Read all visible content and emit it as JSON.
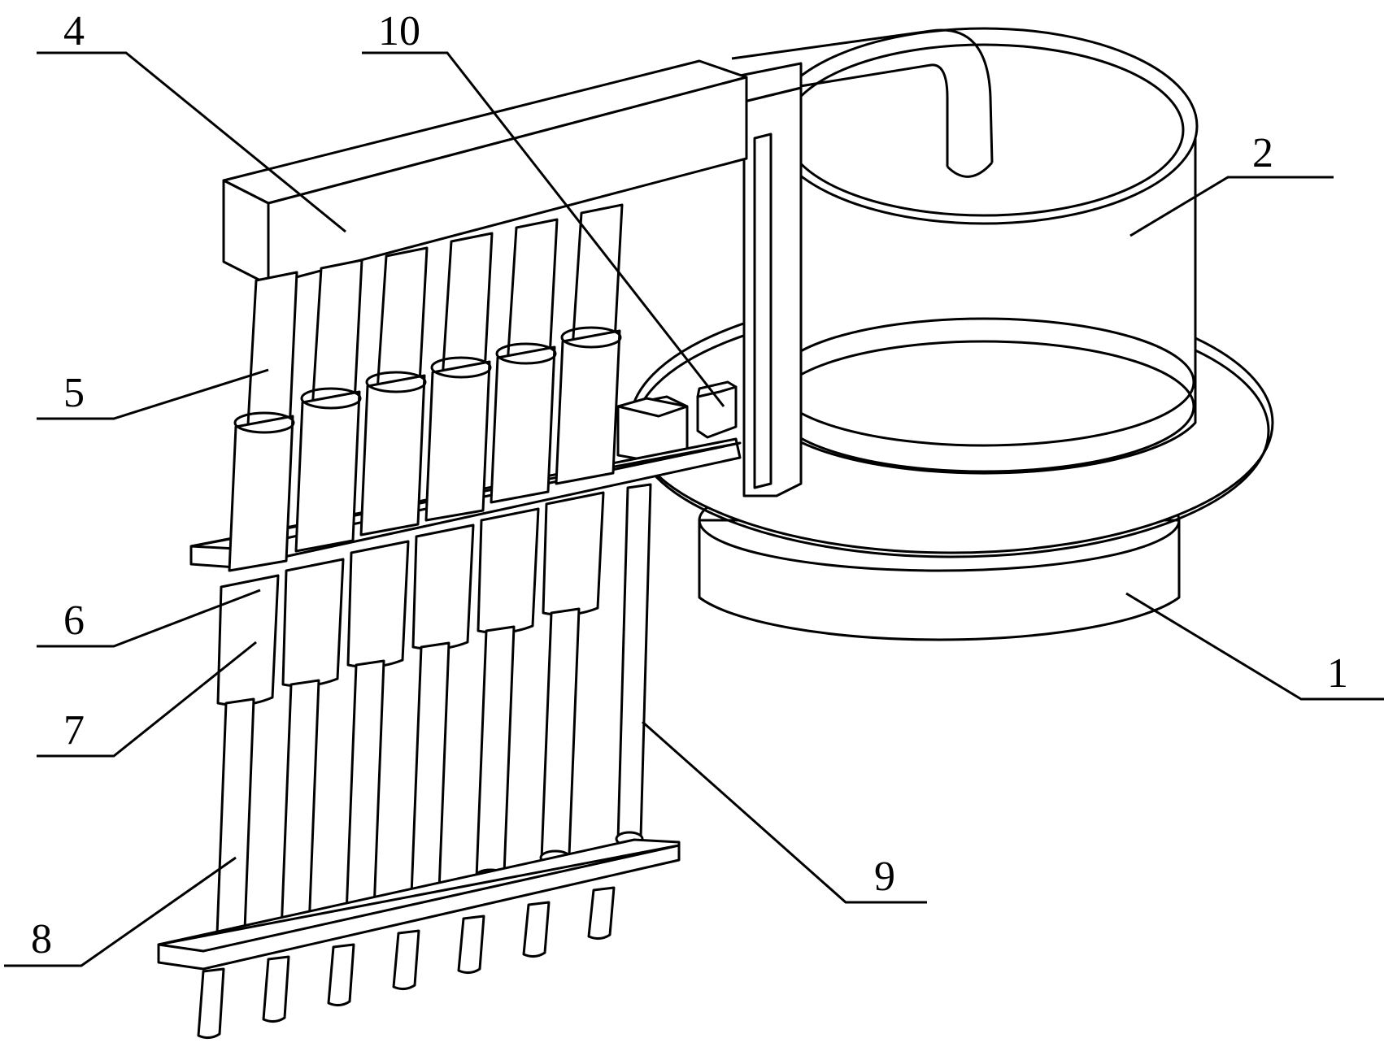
{
  "figure": {
    "callouts": [
      {
        "id": "label-1",
        "text": "1"
      },
      {
        "id": "label-2",
        "text": "2"
      },
      {
        "id": "label-4",
        "text": "4"
      },
      {
        "id": "label-5",
        "text": "5"
      },
      {
        "id": "label-6",
        "text": "6"
      },
      {
        "id": "label-7",
        "text": "7"
      },
      {
        "id": "label-8",
        "text": "8"
      },
      {
        "id": "label-9",
        "text": "9"
      },
      {
        "id": "label-10",
        "text": "10"
      }
    ]
  }
}
